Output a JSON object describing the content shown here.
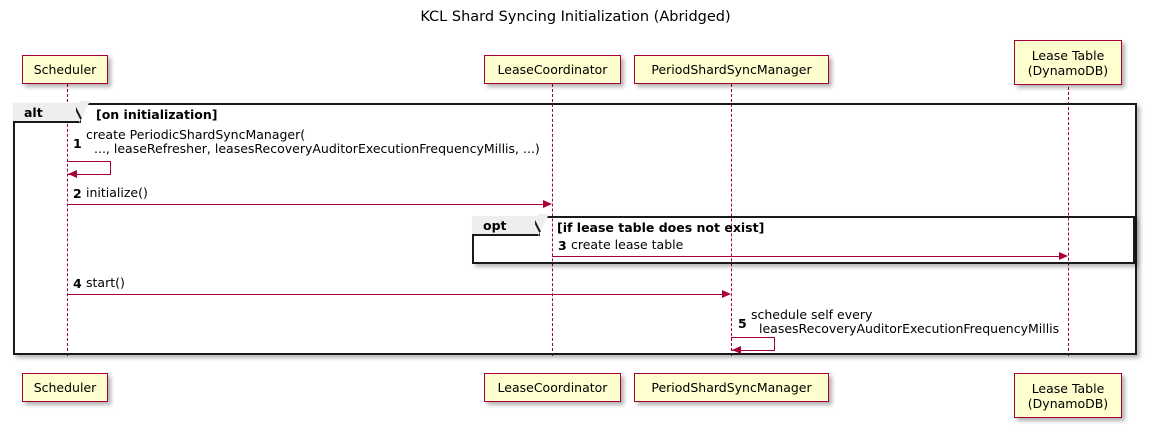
{
  "diagram": {
    "title": "KCL Shard Syncing Initialization (Abridged)",
    "type": "uml-sequence-diagram",
    "colors": {
      "participant_fill": "#FEFECE",
      "participant_border": "#A80036",
      "message_arrow": "#A80036",
      "fragment_border": "#1A1A1A",
      "fragment_tab_fill": "#EEEEEE"
    }
  },
  "participants": [
    {
      "id": "scheduler",
      "label": "Scheduler"
    },
    {
      "id": "leasecoordinator",
      "label": "LeaseCoordinator"
    },
    {
      "id": "periodshardsyncmanager",
      "label": "PeriodShardSyncManager"
    },
    {
      "id": "leasetable",
      "label": "Lease Table\n(DynamoDB)",
      "line1": "Lease Table",
      "line2": "(DynamoDB)"
    }
  ],
  "fragments": [
    {
      "id": "alt-on-initialization",
      "operator": "alt",
      "guard": "[on initialization]"
    },
    {
      "id": "opt-lease-table-missing",
      "operator": "opt",
      "guard": "[if lease table does not exist]"
    }
  ],
  "messages": [
    {
      "number": "1",
      "from": "scheduler",
      "to": "scheduler",
      "kind": "self",
      "line1": "create PeriodicShardSyncManager(",
      "line2": "..., leaseRefresher, leasesRecoveryAuditorExecutionFrequencyMillis, ...)"
    },
    {
      "number": "2",
      "from": "scheduler",
      "to": "leasecoordinator",
      "kind": "sync",
      "line1": "initialize()"
    },
    {
      "number": "3",
      "from": "leasecoordinator",
      "to": "leasetable",
      "kind": "sync",
      "line1": "create lease table"
    },
    {
      "number": "4",
      "from": "scheduler",
      "to": "periodshardsyncmanager",
      "kind": "sync",
      "line1": "start()"
    },
    {
      "number": "5",
      "from": "periodshardsyncmanager",
      "to": "periodshardsyncmanager",
      "kind": "self",
      "line1": "schedule self every",
      "line2": "leasesRecoveryAuditorExecutionFrequencyMillis"
    }
  ]
}
